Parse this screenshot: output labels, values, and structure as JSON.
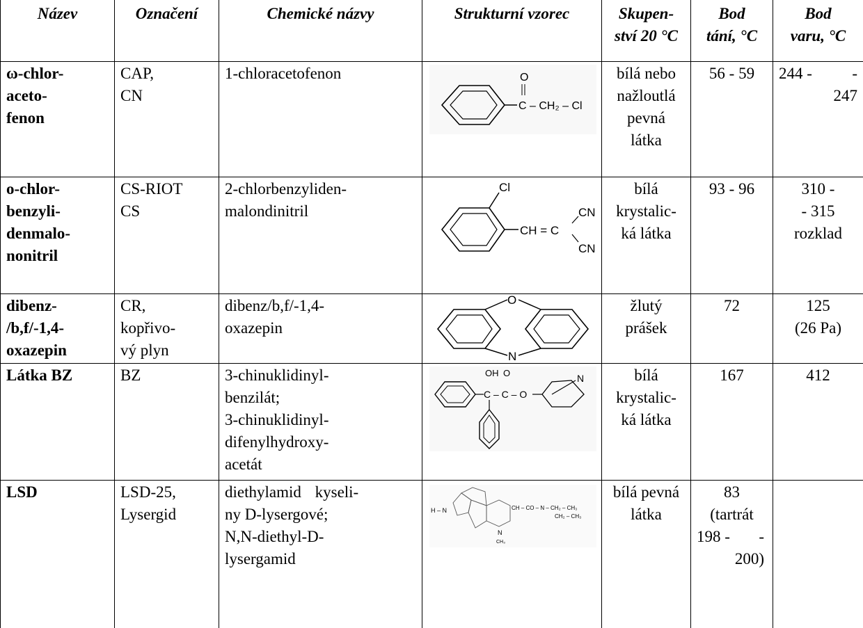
{
  "headers": {
    "name": "Název",
    "code": "Označení",
    "chem": "Chemické názvy",
    "struct": "Strukturní vzorec",
    "state": [
      "Skupen-",
      "ství 20 °C"
    ],
    "melt": [
      "Bod",
      "tání, °C"
    ],
    "boil": [
      "Bod",
      "varu, °C"
    ]
  },
  "rows": [
    {
      "name": [
        "ω-chlor-",
        "aceto-",
        "fenon"
      ],
      "code": [
        "CAP,",
        "CN"
      ],
      "chem": [
        "1-chloracetofenon"
      ],
      "struct_labels": [
        "O",
        "C – CH₂ – Cl"
      ],
      "state": [
        "bílá nebo",
        "nažloutlá",
        "pevná",
        "látka"
      ],
      "melt": [
        "56 - 59"
      ],
      "boil": [
        "244 -",
        "-",
        "247"
      ]
    },
    {
      "name": [
        "o-chlor-",
        "benzyli-",
        "denmalo-",
        "nonitril"
      ],
      "code": [
        "CS-RIOT",
        "CS"
      ],
      "chem": [
        "2-chlorbenzyliden-",
        "malondinitril"
      ],
      "struct_labels": [
        "Cl",
        "CH = C",
        "CN",
        "CN"
      ],
      "state": [
        "bílá",
        "krystalic-",
        "ká látka"
      ],
      "melt": [
        "93 - 96"
      ],
      "boil": [
        "310 -",
        "- 315",
        "rozklad"
      ]
    },
    {
      "name": [
        "dibenz-",
        "/b,f/-1,4-",
        "oxazepin"
      ],
      "code": [
        "CR,",
        "kopřivo-",
        "vý plyn"
      ],
      "chem": [
        "dibenz/b,f/-1,4-",
        "oxazepin"
      ],
      "struct_labels": [
        "O",
        "N"
      ],
      "state": [
        "žlutý",
        "prášek"
      ],
      "melt": [
        "72"
      ],
      "boil": [
        "125",
        "(26 Pa)"
      ]
    },
    {
      "name": [
        "Látka BZ"
      ],
      "code": [
        "BZ"
      ],
      "chem": [
        "3-chinuklidinyl-",
        "benzilát;",
        "3-chinuklidinyl-",
        "difenylhydroxy-",
        "acetát"
      ],
      "struct_labels": [
        "OH",
        "O",
        "C – C – O",
        "N"
      ],
      "state": [
        "bílá",
        "krystalic-",
        "ká látka"
      ],
      "melt": [
        "167"
      ],
      "boil": [
        "412"
      ]
    },
    {
      "name": [
        "LSD"
      ],
      "code": [
        "LSD-25,",
        "Lysergid"
      ],
      "chem": [
        "diethylamid kyseli-",
        "ny D-lysergové;",
        "N,N-diethyl-D-",
        "lysergamid"
      ],
      "struct_labels": [
        "H – N",
        "CH – CO – N – CH₂ – CH₃",
        "CH₂ – CH₃",
        "N",
        "CH₃"
      ],
      "state": [
        "bílá pevná",
        "látka"
      ],
      "melt": [
        "83",
        "(tartrát",
        "198 -",
        "-",
        "200)"
      ],
      "boil": []
    }
  ]
}
